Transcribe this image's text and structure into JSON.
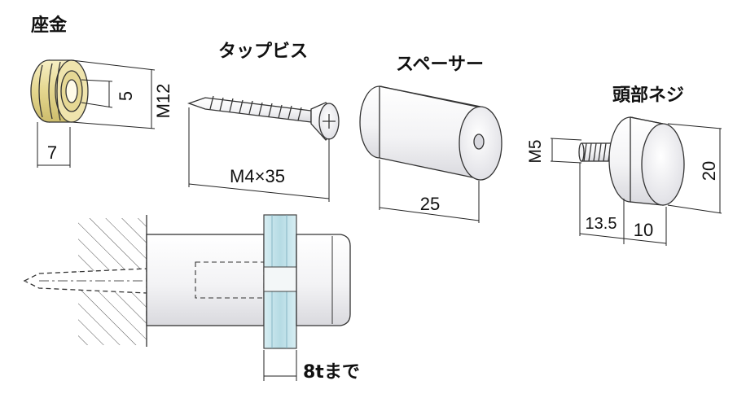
{
  "parts": {
    "washer": {
      "title": "座金",
      "dim_inner": "5",
      "dim_outer": "M12",
      "dim_length": "7"
    },
    "screw": {
      "title": "タップビス",
      "dim_size": "M4×35"
    },
    "spacer": {
      "title": "スペーサー",
      "dim_length": "25"
    },
    "head_screw": {
      "title": "頭部ネジ",
      "dim_thread": "M5",
      "dim_diameter": "20",
      "dim_thread_length": "13.5",
      "dim_head_length": "10"
    }
  },
  "assembly": {
    "glass_thickness": "8tまで"
  },
  "colors": {
    "brass": "#e8dc9c",
    "line": "#333333",
    "glass": "#bfe0e8",
    "metal": "#f4f4f6"
  }
}
